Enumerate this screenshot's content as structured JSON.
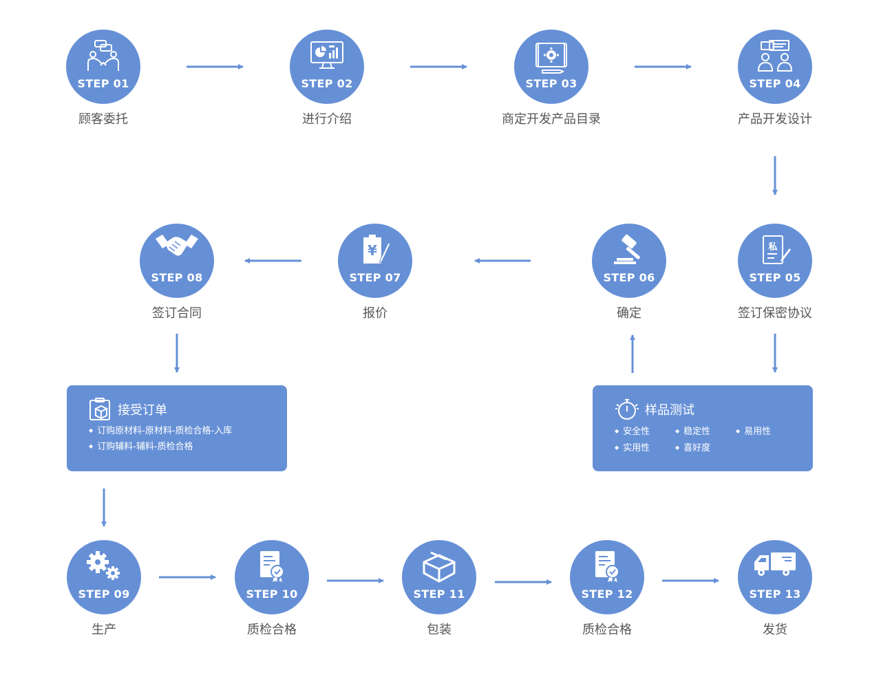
{
  "steps": [
    {
      "num": "STEP 01",
      "label": "顾客委托",
      "icon": "meeting-icon"
    },
    {
      "num": "STEP 02",
      "label": "进行介绍",
      "icon": "presentation-icon"
    },
    {
      "num": "STEP 03",
      "label": "商定开发产品目录",
      "icon": "blueprint-gear-icon"
    },
    {
      "num": "STEP 04",
      "label": "产品开发设计",
      "icon": "discussion-icon"
    },
    {
      "num": "STEP 05",
      "label": "签订保密协议",
      "icon": "confidential-document-icon"
    },
    {
      "num": "STEP 06",
      "label": "确定",
      "icon": "gavel-icon"
    },
    {
      "num": "STEP 07",
      "label": "报价",
      "icon": "price-clipboard-icon"
    },
    {
      "num": "STEP 08",
      "label": "签订合同",
      "icon": "handshake-icon"
    },
    {
      "num": "STEP 09",
      "label": "生产",
      "icon": "gears-icon"
    },
    {
      "num": "STEP 10",
      "label": "质检合格",
      "icon": "certificate-icon"
    },
    {
      "num": "STEP 11",
      "label": "包装",
      "icon": "box-icon"
    },
    {
      "num": "STEP 12",
      "label": "质检合格",
      "icon": "certificate-icon"
    },
    {
      "num": "STEP 13",
      "label": "发货",
      "icon": "truck-icon"
    }
  ],
  "order_box": {
    "title": "接受订单",
    "icon": "package-clipboard-icon",
    "items": [
      "订购原材料-原材料-质检合格-入库",
      "订购辅料-辅料-质检合格"
    ]
  },
  "test_box": {
    "title": "样品测试",
    "icon": "stopwatch-icon",
    "items": [
      "安全性",
      "稳定性",
      "易用性",
      "实用性",
      "喜好度"
    ]
  },
  "colors": {
    "accent": "#6690d6",
    "text": "#555555"
  }
}
